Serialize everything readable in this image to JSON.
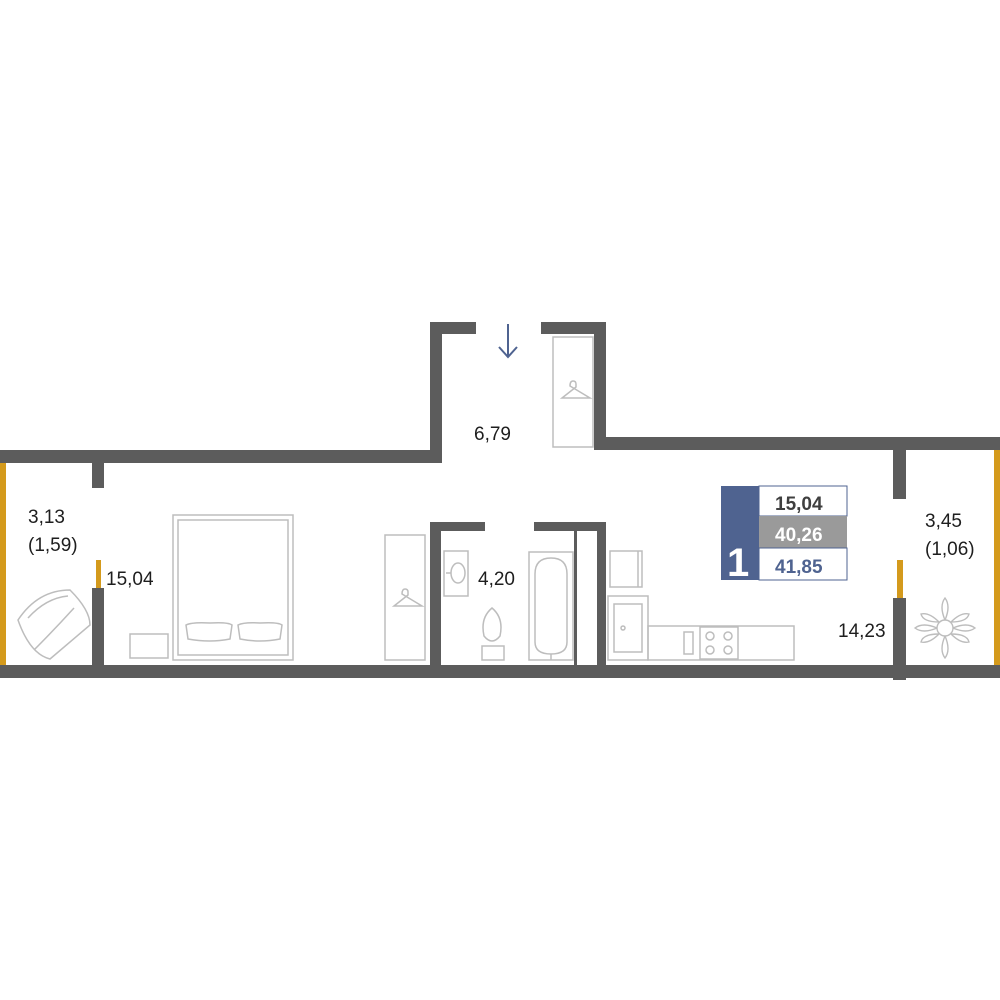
{
  "rooms": {
    "corridor": {
      "area": "6,79"
    },
    "bedroom": {
      "area": "15,04"
    },
    "bathroom": {
      "area": "4,20"
    },
    "kitchen": {
      "area": "14,23"
    },
    "balcony_left": {
      "area": "3,13",
      "reduced_area": "(1,59)"
    },
    "balcony_right": {
      "area": "3,45",
      "reduced_area": "(1,06)"
    }
  },
  "summary_badge": {
    "rooms_count": "1",
    "living_area": "15,04",
    "total_area": "40,26",
    "total_with_balconies": "41,85"
  },
  "colors": {
    "wall": "#5c5c5c",
    "window": "#d49a1c",
    "badge_primary": "#4f6390",
    "badge_grey": "#9a9a9a",
    "entrance_arrow": "#4f6390"
  },
  "icons": [
    "entrance-arrow-icon",
    "hanger-icon",
    "armchair-icon",
    "bed-icon",
    "sink-icon",
    "toilet-icon",
    "bathtub-icon",
    "fridge-icon",
    "stove-icon",
    "plant-icon"
  ]
}
